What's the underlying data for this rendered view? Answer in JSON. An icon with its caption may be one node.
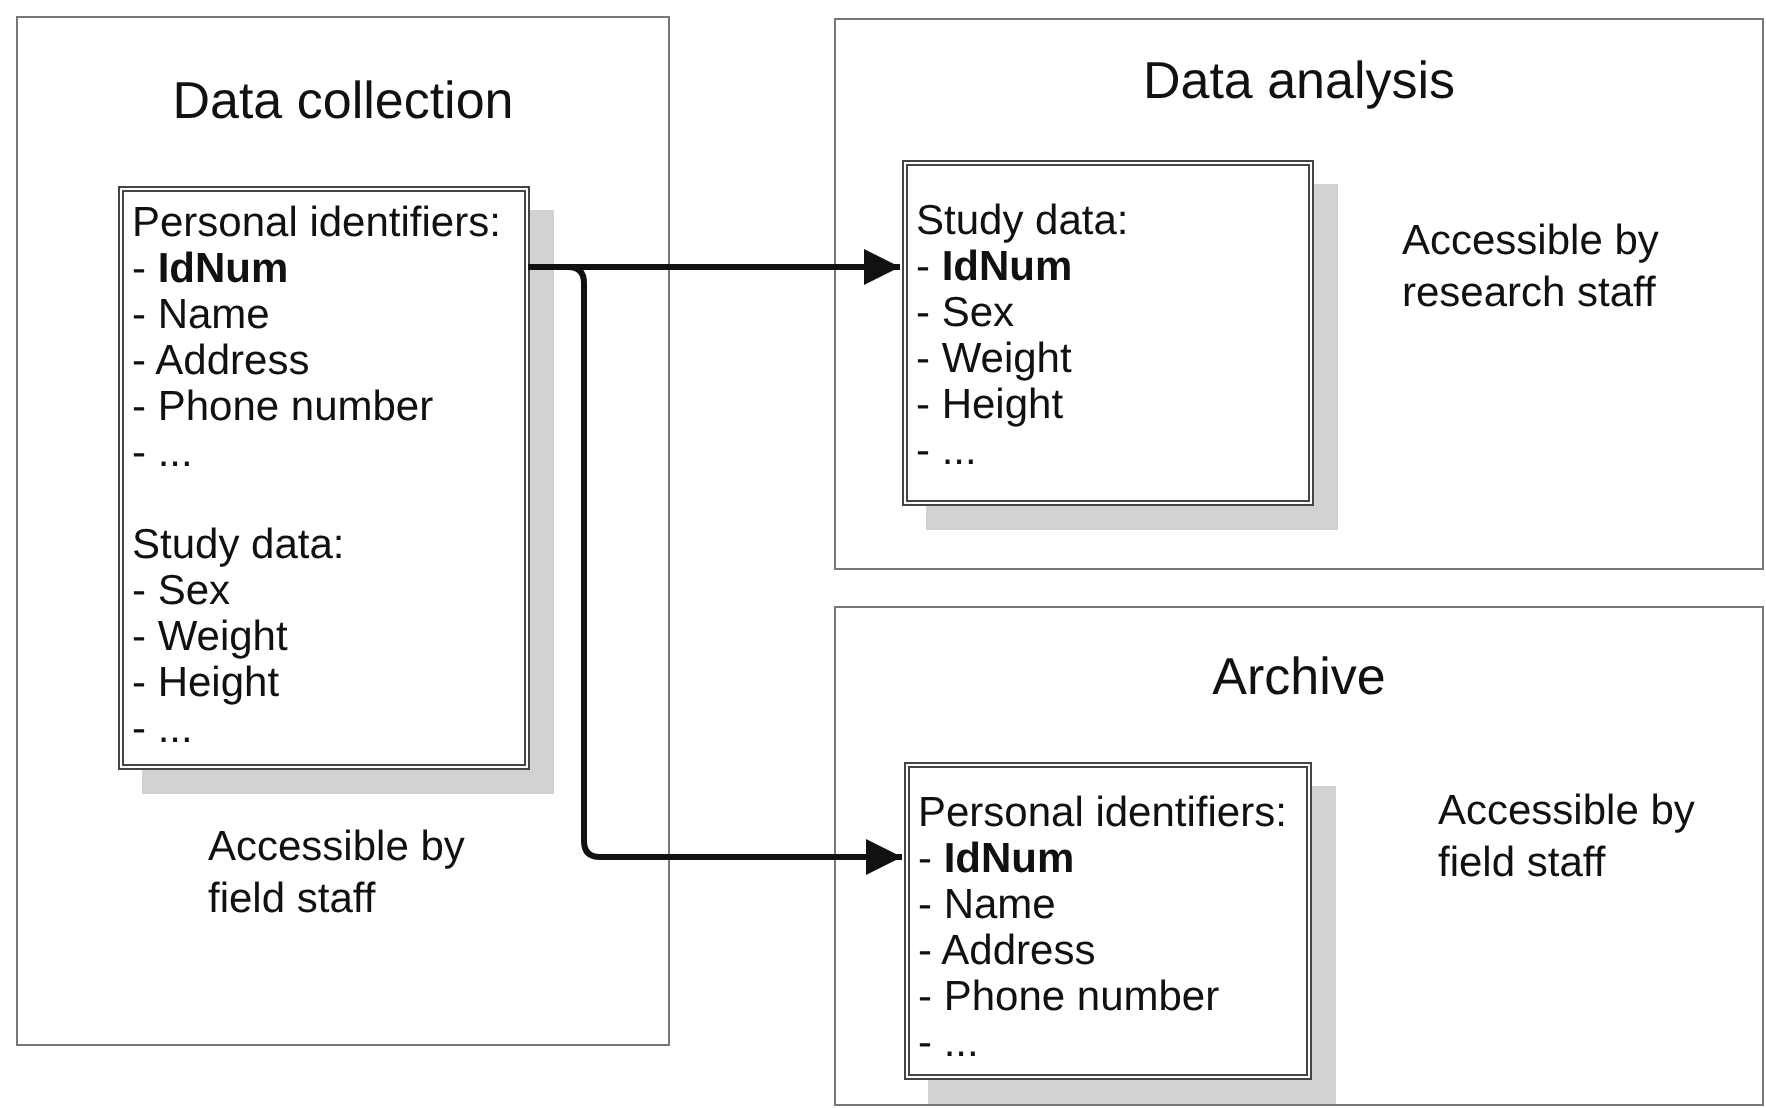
{
  "diagram": {
    "nodes": [
      {
        "text": [
          "Data collection",
          "Accessible by field staff"
        ]
      },
      {
        "text": [
          "Personal identifiers:",
          "- **IdNum**",
          "- Name",
          "- Address",
          "- Phone number",
          "- ...",
          "Study data:",
          "- Sex",
          "- Weight",
          "- Height",
          "- ..."
        ],
        "in": 0
      },
      {
        "text": [
          "Data analysis",
          "Accessible by research staff"
        ]
      },
      {
        "text": [
          "Study data:",
          "- **IdNum**",
          "- Sex",
          "- Weight",
          "- Height",
          "- ..."
        ],
        "in": 2
      },
      {
        "text": [
          "Archive",
          "Accessible by field staff"
        ]
      },
      {
        "text": [
          "Personal identifiers:",
          "- **IdNum**",
          "- Name",
          "- Address",
          "- Phone number",
          "- ..."
        ],
        "in": 4
      }
    ],
    "edges": [
      {
        "from": 1,
        "to": 3,
        "arrow": "to"
      },
      {
        "from": 1,
        "to": 5,
        "arrow": "to"
      }
    ]
  }
}
